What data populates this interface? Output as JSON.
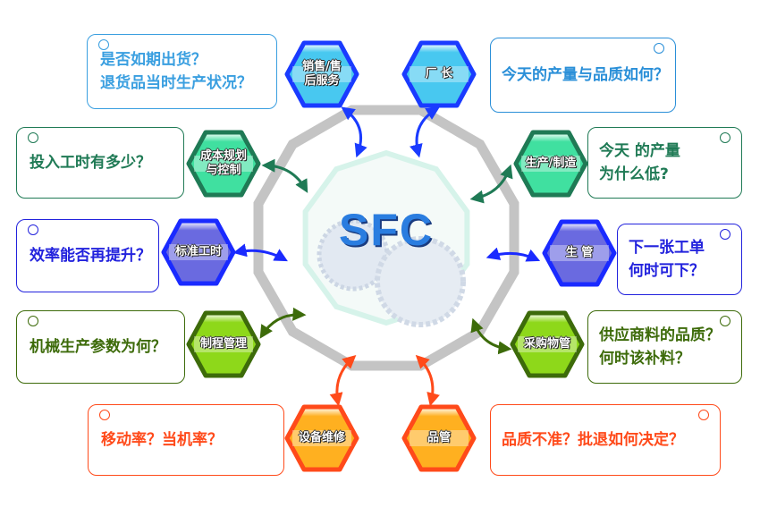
{
  "center": {
    "title": "SFC",
    "accent": "#2a7de0"
  },
  "nodes": [
    {
      "label": [
        "销售/售",
        "后服务"
      ],
      "question": [
        "是否如期出货？",
        "退货品当时生产状况？"
      ],
      "color": "#3a9fe0",
      "border": "#1a3bff",
      "fill": "#48c8f0"
    },
    {
      "label": [
        "厂 长"
      ],
      "question": [
        "今天的产量与品质如何？"
      ],
      "color": "#2a8fd8",
      "border": "#1a3bff",
      "fill": "#48c8f0"
    },
    {
      "label": [
        "成本规划",
        "与控制"
      ],
      "question": [
        "投入工时有多少？"
      ],
      "color": "#1f7a55",
      "border": "#1f7a55",
      "fill": "#40e0a0"
    },
    {
      "label": [
        "生产/制造"
      ],
      "question": [
        "今天 的产量",
        "为什么低?"
      ],
      "color": "#1f7a55",
      "border": "#1f7a55",
      "fill": "#40e0a0"
    },
    {
      "label": [
        "标准工时"
      ],
      "question": [
        "效率能否再提升？"
      ],
      "color": "#2222dd",
      "border": "#1a2aff",
      "fill": "#6a6ae0"
    },
    {
      "label": [
        "生 管"
      ],
      "question": [
        "下一张工单",
        "何时可下？"
      ],
      "color": "#2222dd",
      "border": "#1a2aff",
      "fill": "#6a6ae0"
    },
    {
      "label": [
        "制程管理"
      ],
      "question": [
        "机械生产参数为何？"
      ],
      "color": "#3d6b0a",
      "border": "#3d6b0a",
      "fill": "#8ed81a"
    },
    {
      "label": [
        "采购物管"
      ],
      "question": [
        "供应商料的品质？",
        "何时该补料？"
      ],
      "color": "#3d6b0a",
      "border": "#3d6b0a",
      "fill": "#8ed81a"
    },
    {
      "label": [
        "设备维修"
      ],
      "question": [
        "移动率？当机率？"
      ],
      "color": "#ff4a1a",
      "border": "#ff4a1a",
      "fill": "#ffb020"
    },
    {
      "label": [
        "品管"
      ],
      "question": [
        "品质不准？批退如何决定？"
      ],
      "color": "#ff4a1a",
      "border": "#ff4a1a",
      "fill": "#ffb020"
    }
  ]
}
